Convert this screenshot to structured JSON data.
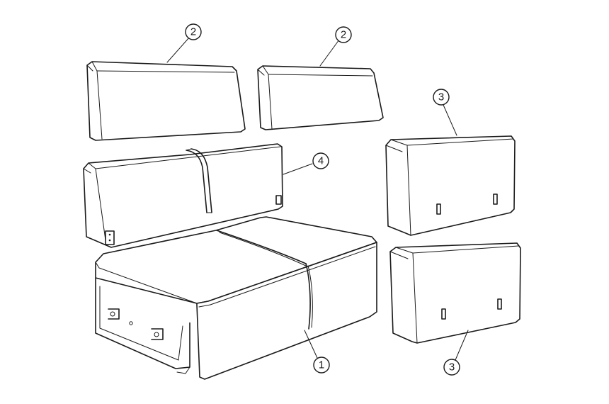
{
  "callouts": {
    "back_left": "2",
    "back_right": "2",
    "side_top": "3",
    "side_bottom": "3",
    "backrest": "4",
    "seat_base": "1"
  },
  "colors": {
    "line": "#1a1a1a",
    "background": "#ffffff"
  }
}
